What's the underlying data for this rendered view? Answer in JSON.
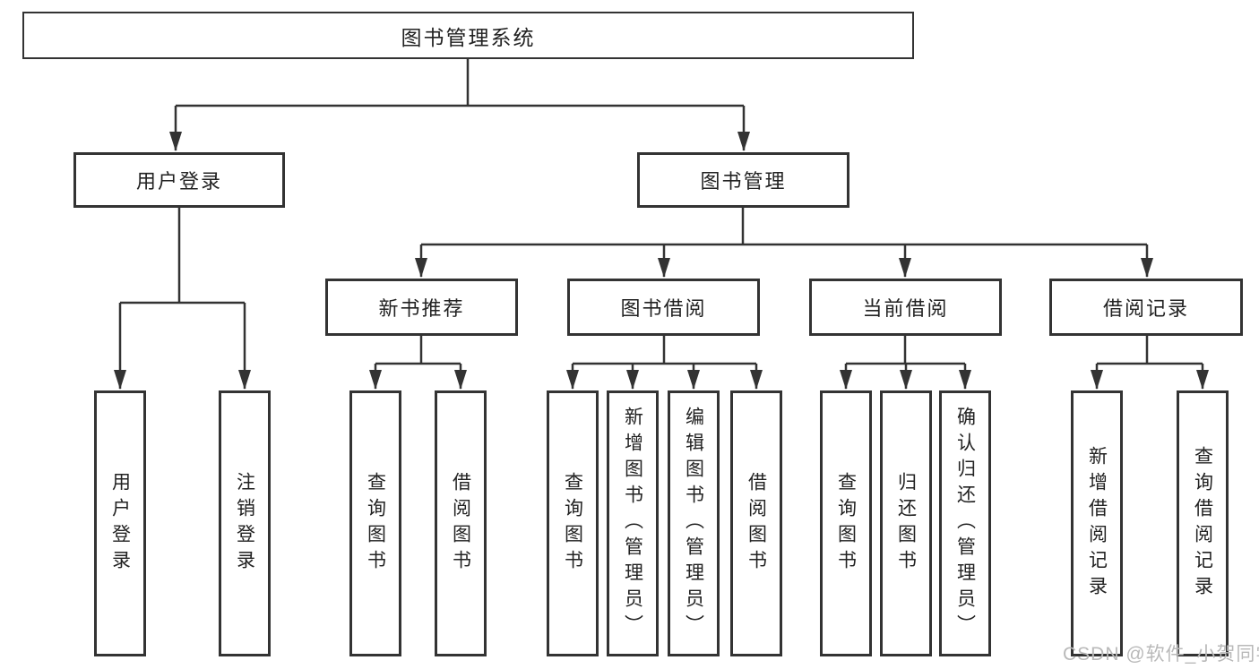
{
  "colors": {
    "line": "#333333",
    "box_border": "#333333",
    "text": "#222222",
    "background": "#ffffff",
    "watermark": "#b9b9b9"
  },
  "watermark": {
    "text": "CSDN @软件_小贺同学"
  },
  "diagram": {
    "type": "tree",
    "tree": {
      "label": "图书管理系统",
      "children": [
        {
          "label": "用户登录",
          "children": [
            {
              "label": "用户登录"
            },
            {
              "label": "注销登录"
            }
          ]
        },
        {
          "label": "图书管理",
          "children": [
            {
              "label": "新书推荐",
              "children": [
                {
                  "label": "查询图书"
                },
                {
                  "label": "借阅图书"
                }
              ]
            },
            {
              "label": "图书借阅",
              "children": [
                {
                  "label": "查询图书"
                },
                {
                  "label": "新增图书（管理员）"
                },
                {
                  "label": "编辑图书（管理员）"
                },
                {
                  "label": "借阅图书"
                }
              ]
            },
            {
              "label": "当前借阅",
              "children": [
                {
                  "label": "查询图书"
                },
                {
                  "label": "归还图书"
                },
                {
                  "label": "确认归还（管理员）"
                }
              ]
            },
            {
              "label": "借阅记录",
              "children": [
                {
                  "label": "新增借阅记录"
                },
                {
                  "label": "查询借阅记录"
                }
              ]
            }
          ]
        }
      ]
    }
  }
}
